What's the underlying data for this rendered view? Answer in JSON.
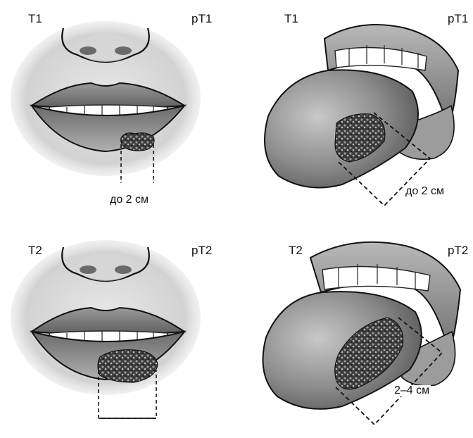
{
  "panels": {
    "lip_t1": {
      "stage": "T1",
      "path_stage": "pT1",
      "size": "до 2 см"
    },
    "tongue_t1": {
      "stage": "T1",
      "path_stage": "pT1",
      "size": "до 2 см"
    },
    "lip_t2": {
      "stage": "T2",
      "path_stage": "pT2"
    },
    "tongue_t2": {
      "stage": "T2",
      "path_stage": "pT2",
      "size": "2–4 см"
    }
  },
  "colors": {
    "ink": "#111111",
    "skin_dark": "#7a7a7a",
    "skin_mid": "#b5b5b5",
    "tumor": "#3a3a3a"
  }
}
